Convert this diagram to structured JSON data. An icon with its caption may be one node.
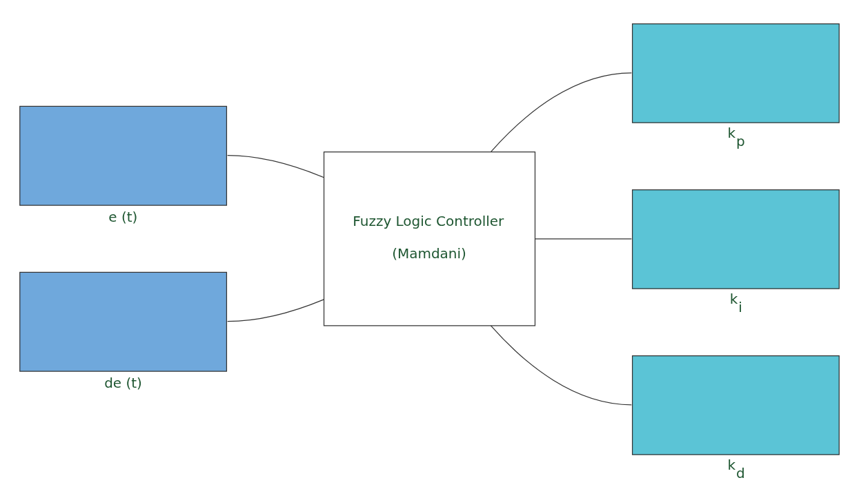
{
  "diagram": {
    "nodes": [
      {
        "text": [],
        "shape": "box",
        "beside": [
          "e (t)"
        ]
      },
      {
        "text": [],
        "shape": "box",
        "beside": [
          "de (t)"
        ]
      },
      {
        "text": [
          "Fuzzy Logic Controller",
          "(Mamdani)"
        ]
      },
      {
        "text": [],
        "shape": "box",
        "beside": [
          "k$_{p}$"
        ]
      },
      {
        "text": [],
        "shape": "box",
        "beside": [
          "k$_{i}$"
        ]
      },
      {
        "text": [],
        "shape": "box",
        "beside": [
          "k$_{d}$"
        ]
      }
    ],
    "edges": [
      {
        "from": 0,
        "to": 2,
        "arrow": "none"
      },
      {
        "from": 1,
        "to": 2,
        "arrow": "none"
      },
      {
        "from": 2,
        "to": 3,
        "arrow": "none"
      },
      {
        "from": 2,
        "to": 4,
        "arrow": "none"
      },
      {
        "from": 2,
        "to": 5,
        "arrow": "none"
      }
    ]
  }
}
